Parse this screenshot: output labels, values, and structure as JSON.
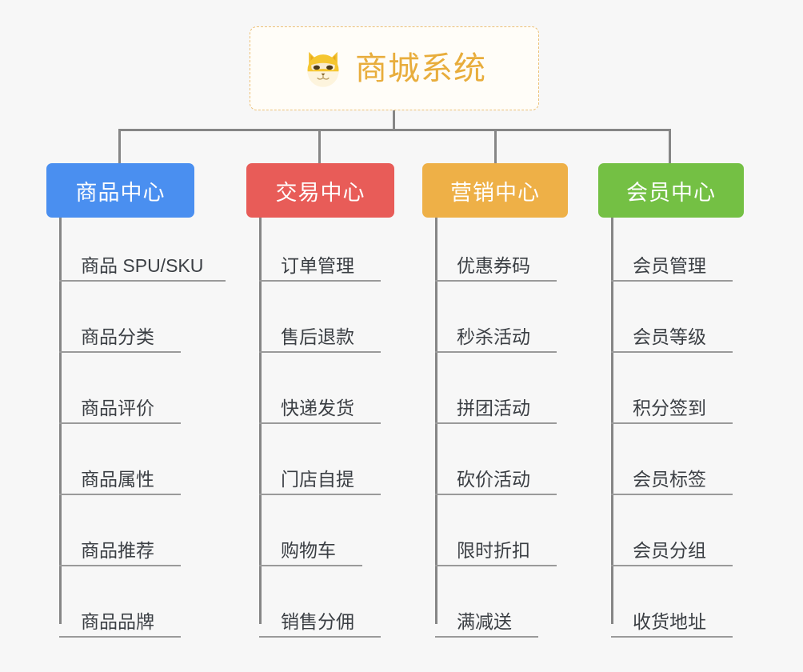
{
  "page": {
    "background_color": "#f7f7f7",
    "line_color": "#868686",
    "leaf_text_color": "#3b3f44",
    "leaf_underline_color": "#9a9a9a"
  },
  "root": {
    "title": "商城系统",
    "icon": "shiba-dog-face-icon",
    "title_color": "#e8ad3c",
    "border_color": "#edc177",
    "background_color": "#fffdf8"
  },
  "branches": [
    {
      "label": "商品中心",
      "color": "#4a8ff0",
      "items": [
        "商品 SPU/SKU",
        "商品分类",
        "商品评价",
        "商品属性",
        "商品推荐",
        "商品品牌"
      ]
    },
    {
      "label": "交易中心",
      "color": "#e85c58",
      "items": [
        "订单管理",
        "售后退款",
        "快递发货",
        "门店自提",
        "购物车",
        "销售分佣"
      ]
    },
    {
      "label": "营销中心",
      "color": "#eeb047",
      "items": [
        "优惠券码",
        "秒杀活动",
        "拼团活动",
        "砍价活动",
        "限时折扣",
        "满减送"
      ]
    },
    {
      "label": "会员中心",
      "color": "#74c044",
      "items": [
        "会员管理",
        "会员等级",
        "积分签到",
        "会员标签",
        "会员分组",
        "收货地址"
      ]
    }
  ]
}
